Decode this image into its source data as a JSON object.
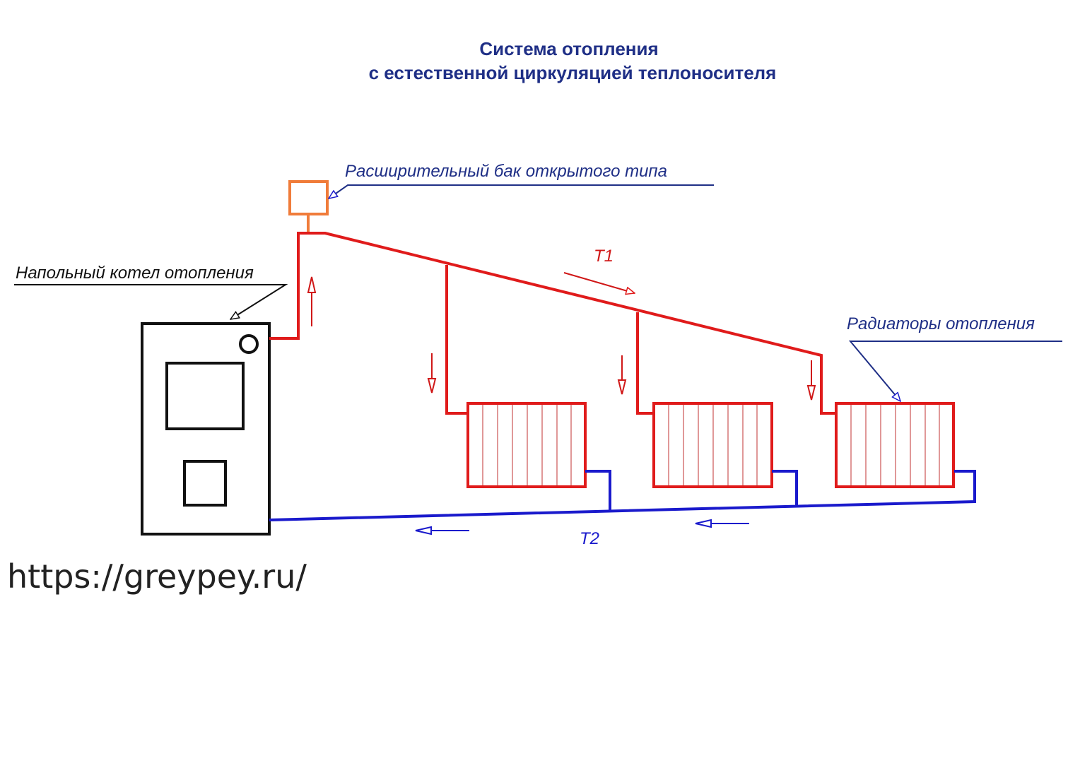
{
  "title": {
    "line1": "Система отопления",
    "line2": "с естественной циркуляцией теплоносителя"
  },
  "labels": {
    "boiler": "Напольный котел отопления",
    "tank": "Расширительный бак открытого типа",
    "radiators": "Радиаторы отопления",
    "supply": "Т1",
    "return": "Т2"
  },
  "watermark": "https://greypey.ru/",
  "colors": {
    "supply": "#e01b1b",
    "return": "#1a1acc",
    "tank": "#f07c3a",
    "outline": "#111111",
    "label_blue": "#1f2f86",
    "label_red": "#d01818"
  }
}
